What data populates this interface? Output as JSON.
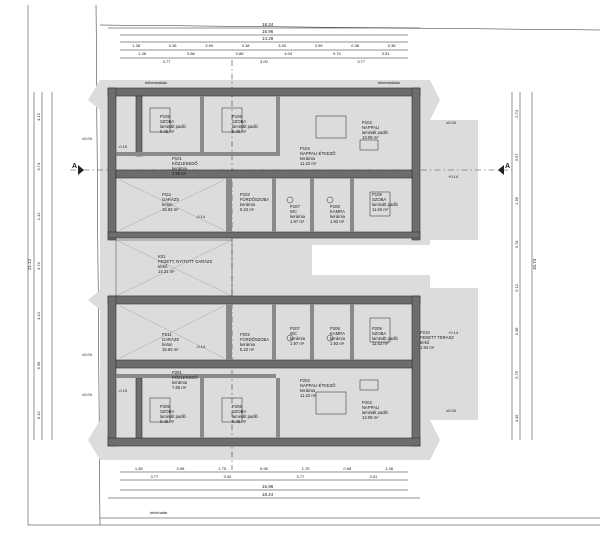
{
  "drawing": {
    "top_totals": [
      "18.24",
      "15.96",
      "14.28"
    ],
    "top_row1": [
      "1.38",
      "0.38",
      "3.99",
      "0.38",
      "3.00",
      "3.99",
      "0.38",
      "0.38"
    ],
    "top_row2": [
      "1.38",
      "3.88",
      "0.88",
      "4.04",
      "0.74",
      "3.51"
    ],
    "top_row3": [
      "3.77",
      "3.00",
      "3.77"
    ],
    "bottom_row1": [
      "1.38",
      "0.98",
      "1.75",
      "0.98",
      "1.75",
      "0.98",
      "1.38"
    ],
    "bottom_row2": [
      "3.77",
      "3.00",
      "3.77",
      "3.51"
    ],
    "bottom_totals": [
      "15.96",
      "18.24"
    ],
    "left_total": "21.12",
    "right_total": "10.73",
    "left_dims": [
      "4.12",
      "3.74",
      "1.12",
      "3.74",
      "4.12",
      "5.39",
      "5.12"
    ],
    "right_dims": [
      "0.74",
      "3.97",
      "1.56",
      "3.74",
      "5.12",
      "0.38",
      "5.79",
      "3.45"
    ],
    "section": {
      "left": "A",
      "right": "A"
    },
    "labels": {
      "bottom_left": "telekhatár",
      "border_note_top_left": "telkestalálás",
      "border_note_top_right": "telkestalálás"
    },
    "elevations": {
      "top_left": "±0.00",
      "top_right": "±0.00",
      "right_mid_a": "+0.14",
      "right_mid_b": "+0.14",
      "left_mid": "±0.00",
      "bottom_left": "±0.00",
      "bottom_right": "±0.00",
      "tl_entry": "-0.15",
      "bl_entry": "-0.15",
      "garage_top": "-0.14",
      "garage_bottom": "-0.14"
    },
    "rooms": [
      {
        "code": "P105",
        "name": "SZOBA",
        "floor": "laminált padló",
        "area": "9.45 m²"
      },
      {
        "code": "P106",
        "name": "SZOBA",
        "floor": "laminált padló",
        "area": "9.45 m²"
      },
      {
        "code": "P104",
        "name": "NAPPALI-ÉTKEZŐ",
        "floor": "kerámia",
        "area": "11.32 m²"
      },
      {
        "code": "P103",
        "name": "NAPPALI",
        "floor": "laminált padló",
        "area": "13.09 m²"
      },
      {
        "code": "P101",
        "name": "KÖZLEKEDŐ",
        "floor": "kerámia",
        "area": "7.65 m²"
      },
      {
        "code": "P111",
        "name": "GARÁZS",
        "floor": "beton",
        "area": "15.63 m²"
      },
      {
        "code": "P102",
        "name": "FÜRDŐSZOBA",
        "floor": "kerámia",
        "area": "5.22 m²"
      },
      {
        "code": "P107",
        "name": "WC",
        "floor": "kerámia",
        "area": "1.97 m²"
      },
      {
        "code": "P108",
        "name": "KAMRA",
        "floor": "kerámia",
        "area": "1.93 m²"
      },
      {
        "code": "P109",
        "name": "SZOBA",
        "floor": "laminált padló",
        "area": "11.62 m²"
      },
      {
        "code": "K01",
        "name": "FEDETT, NYITOTT GARÁZS",
        "floor": "térkő",
        "area": "14.21 m²"
      },
      {
        "code": "P211",
        "name": "GARÁZS",
        "floor": "beton",
        "area": "15.63 m²"
      },
      {
        "code": "P202",
        "name": "FÜRDŐSZOBA",
        "floor": "kerámia",
        "area": "5.22 m²"
      },
      {
        "code": "P207",
        "name": "WC",
        "floor": "kerámia",
        "area": "1.97 m²"
      },
      {
        "code": "P208",
        "name": "KAMRA",
        "floor": "kerámia",
        "area": "1.93 m²"
      },
      {
        "code": "P209",
        "name": "SZOBA",
        "floor": "laminált padló",
        "area": "11.62 m²"
      },
      {
        "code": "P201",
        "name": "KÖZLEKEDŐ",
        "floor": "kerámia",
        "area": "7.65 m²"
      },
      {
        "code": "P204",
        "name": "NAPPALI-ÉTKEZŐ",
        "floor": "kerámia",
        "area": "11.32 m²"
      },
      {
        "code": "P203",
        "name": "NAPPALI",
        "floor": "laminált padló",
        "area": "13.09 m²"
      },
      {
        "code": "P205",
        "name": "SZOBA",
        "floor": "laminált padló",
        "area": "9.45 m²"
      },
      {
        "code": "P206",
        "name": "SZOBA",
        "floor": "laminált padló",
        "area": "9.45 m²"
      },
      {
        "code": "P210",
        "name": "FEDETT TERASZ",
        "floor": "térkő",
        "area": "1.93 m²"
      }
    ]
  }
}
